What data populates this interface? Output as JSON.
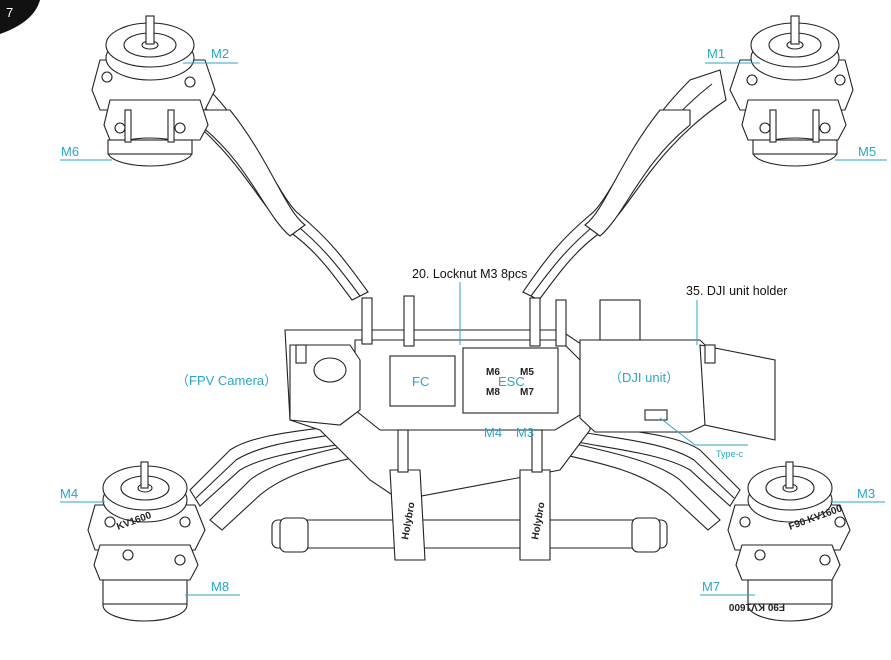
{
  "page_number": "7",
  "callouts": {
    "locknut": "20. Locknut  M3  8pcs",
    "dji_holder": "35. DJI unit holder"
  },
  "motor_labels": {
    "m1": "M1",
    "m2": "M2",
    "m3": "M3",
    "m4": "M4",
    "m5": "M5",
    "m6": "M6",
    "m7": "M7",
    "m8": "M8"
  },
  "component_labels": {
    "fpv_camera": "（FPV  Camera）",
    "fc": "FC",
    "esc": "ESC",
    "dji_unit": "（DJI unit）",
    "type_c": "Type-c"
  },
  "esc_pads": {
    "m6": "M6",
    "m5": "M5",
    "m8": "M8",
    "m7": "M7",
    "m4": "M4",
    "m3": "M3"
  },
  "frame_prints": {
    "motor_model_a": "KV1600",
    "motor_model_b": "F90  KV1600",
    "motor_model_c": "F90  KV1600",
    "brand_left": "Holybro",
    "brand_right": "Holybro"
  },
  "colors": {
    "callout_blue": "#29a6c9",
    "line": "#222222",
    "page_tab": "#111111"
  }
}
